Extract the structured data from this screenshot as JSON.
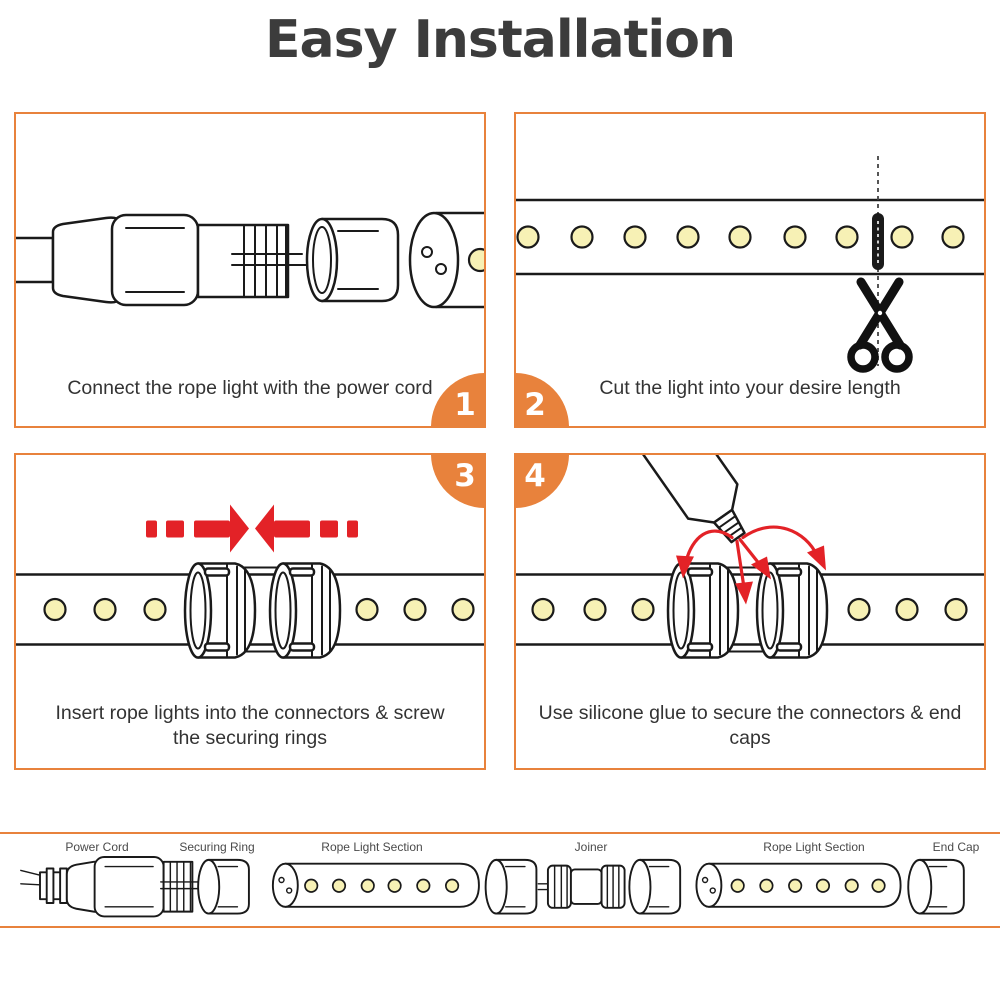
{
  "title": "Easy Installation",
  "colors": {
    "accent": "#E8823C",
    "red": "#E32227",
    "led-fill": "#F7F1B5",
    "ink": "#1A1A1A",
    "title-ink": "#3C3C3C",
    "caption-ink": "#333333",
    "label-ink": "#4A4A4A"
  },
  "steps": [
    {
      "number": "1",
      "caption": "Connect the rope light with the power cord"
    },
    {
      "number": "2",
      "caption": "Cut the light into your desire length"
    },
    {
      "number": "3",
      "caption": "Insert rope lights into the connectors & screw the securing rings"
    },
    {
      "number": "4",
      "caption": "Use silicone glue to secure the connectors & end caps"
    }
  ],
  "parts_diagram": {
    "labels": [
      "Power Cord",
      "Securing Ring",
      "Rope Light Section",
      "Joiner",
      "Rope Light Section",
      "End Cap"
    ]
  }
}
